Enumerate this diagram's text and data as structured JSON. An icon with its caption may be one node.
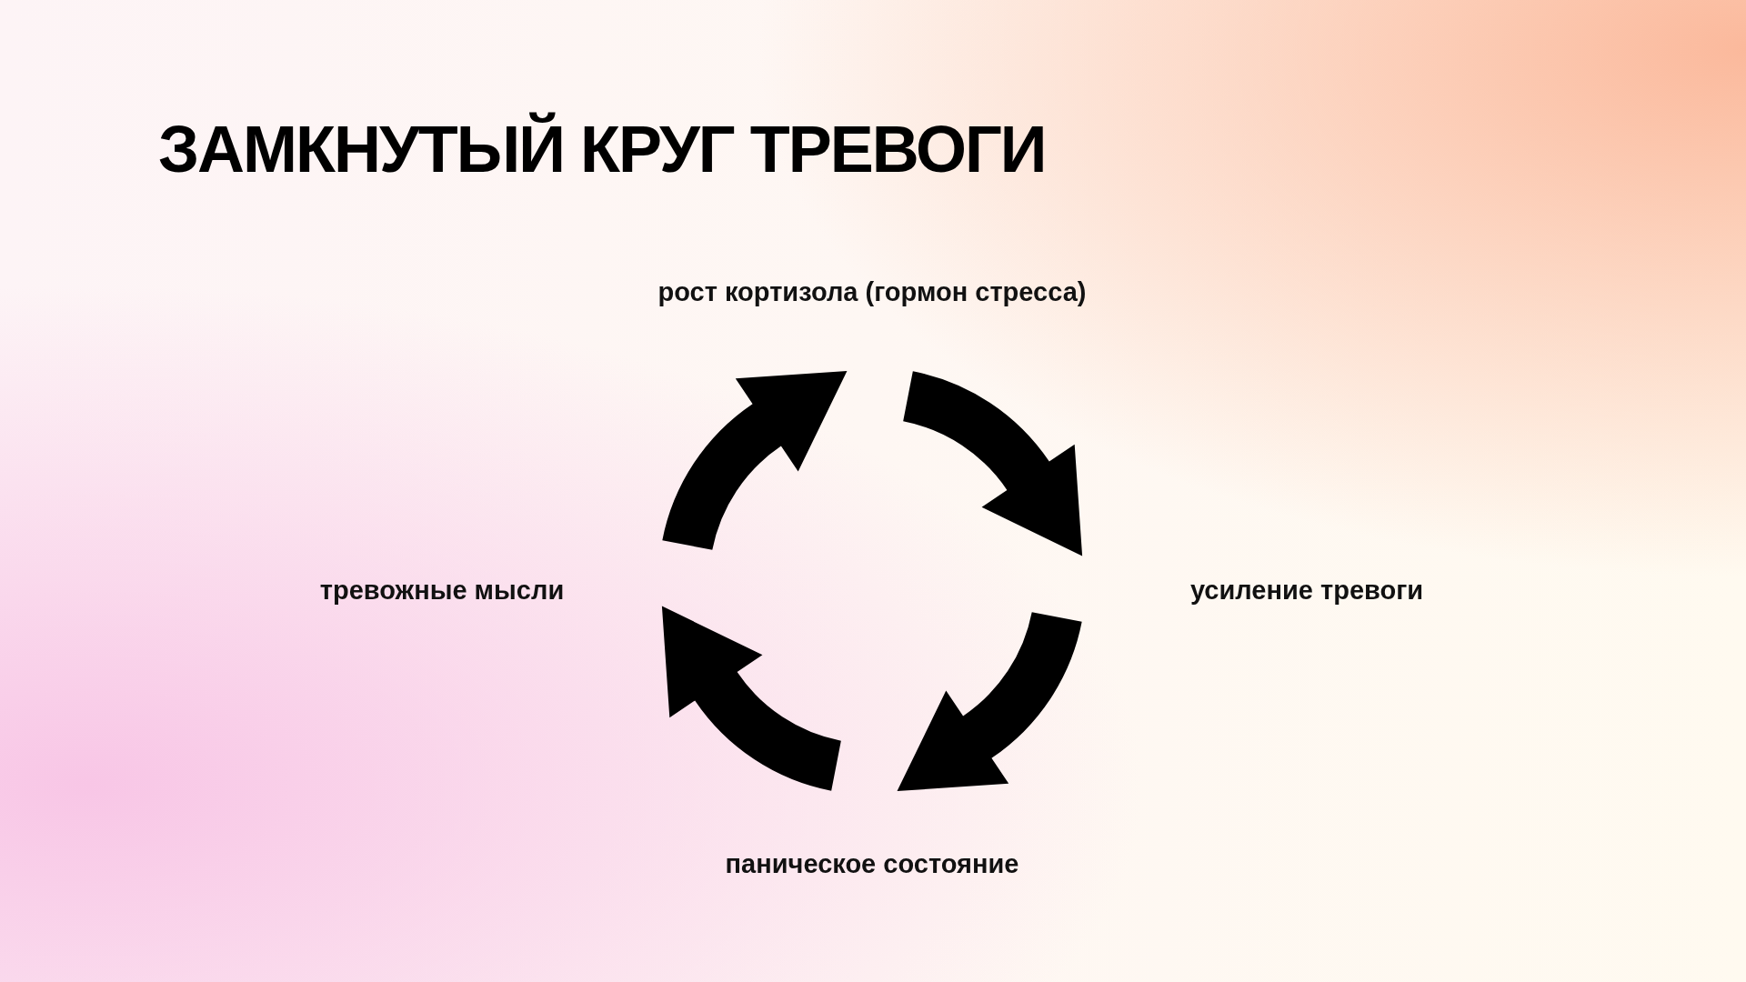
{
  "diagram": {
    "title": "ЗАМКНУТЫЙ КРУГ ТРЕВОГИ",
    "labels": [
      "рост кортизола (гормон стресса)",
      "тревожные мысли",
      "усиление тревоги",
      "паническое состояние"
    ]
  }
}
